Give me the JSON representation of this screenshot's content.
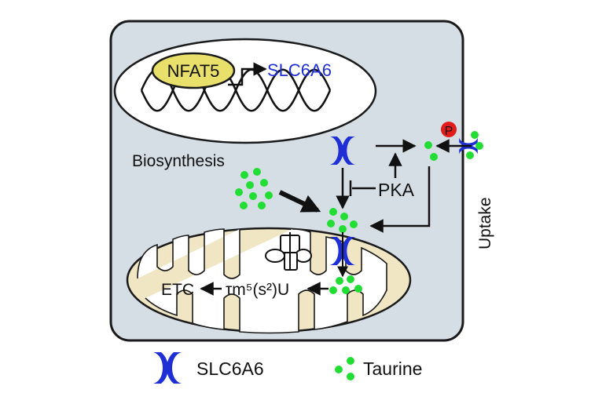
{
  "colors": {
    "cell_fill": "#d5dee5",
    "nucleus_fill": "#ffffff",
    "nfat5_fill": "#e8e06a",
    "slc_blue": "#1f2fd6",
    "taurine_green": "#22dd33",
    "phospho_red": "#e21b1b",
    "mito_fill": "#f0e6c4"
  },
  "nucleus": {
    "nfat5_label": "NFAT5",
    "gene_label": "SLC6A6"
  },
  "labels": {
    "biosynthesis": "Biosynthesis",
    "pka": "PKA",
    "uptake": "Uptake",
    "phospho": "P",
    "etc": "ETC",
    "modification": "τm⁵(s²)U"
  },
  "legend": {
    "transporter_label": "SLC6A6",
    "taurine_label": "Taurine"
  },
  "icons": [
    "slc6a6-transporter-icon",
    "taurine-dots-icon",
    "trna-icon",
    "dna-helix-icon",
    "phosphate-icon"
  ]
}
